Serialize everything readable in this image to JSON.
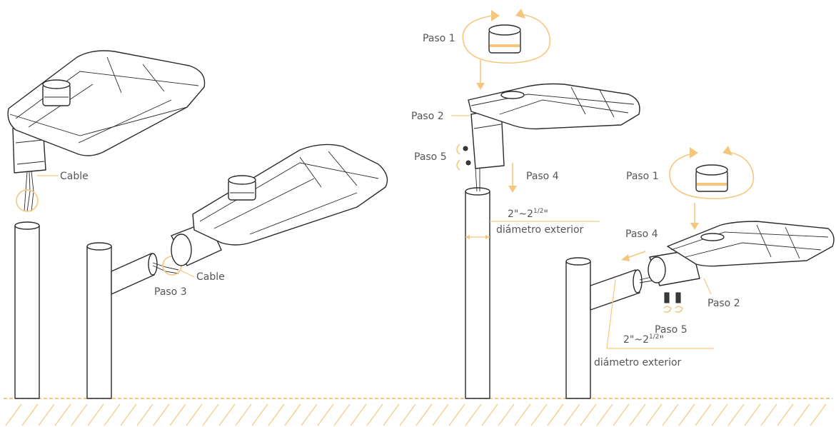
{
  "labels": {
    "cable_left": "Cable",
    "cable_mid": "Cable",
    "paso3": "Paso 3",
    "paso1_top": "Paso 1",
    "paso2_top": "Paso 2",
    "paso5_top": "Paso 5",
    "paso4_top": "Paso 4",
    "dim_top_main": "2\"~2",
    "dim_top_sup": "1/2",
    "dim_top_end": "\"",
    "dim_top_sub": "diámetro exterior",
    "paso1_right": "Paso 1",
    "paso4_right": "Paso 4",
    "paso2_right": "Paso 2",
    "paso5_right": "Paso 5",
    "dim_right_main": "2\"~2",
    "dim_right_sup": "1/2",
    "dim_right_end": "\"",
    "dim_right_sub": "diámetro exterior"
  },
  "colors": {
    "accent": "#f5c77e",
    "line": "#2a2a2a",
    "text": "#555555",
    "ground_hatch": "#f5c77e"
  }
}
